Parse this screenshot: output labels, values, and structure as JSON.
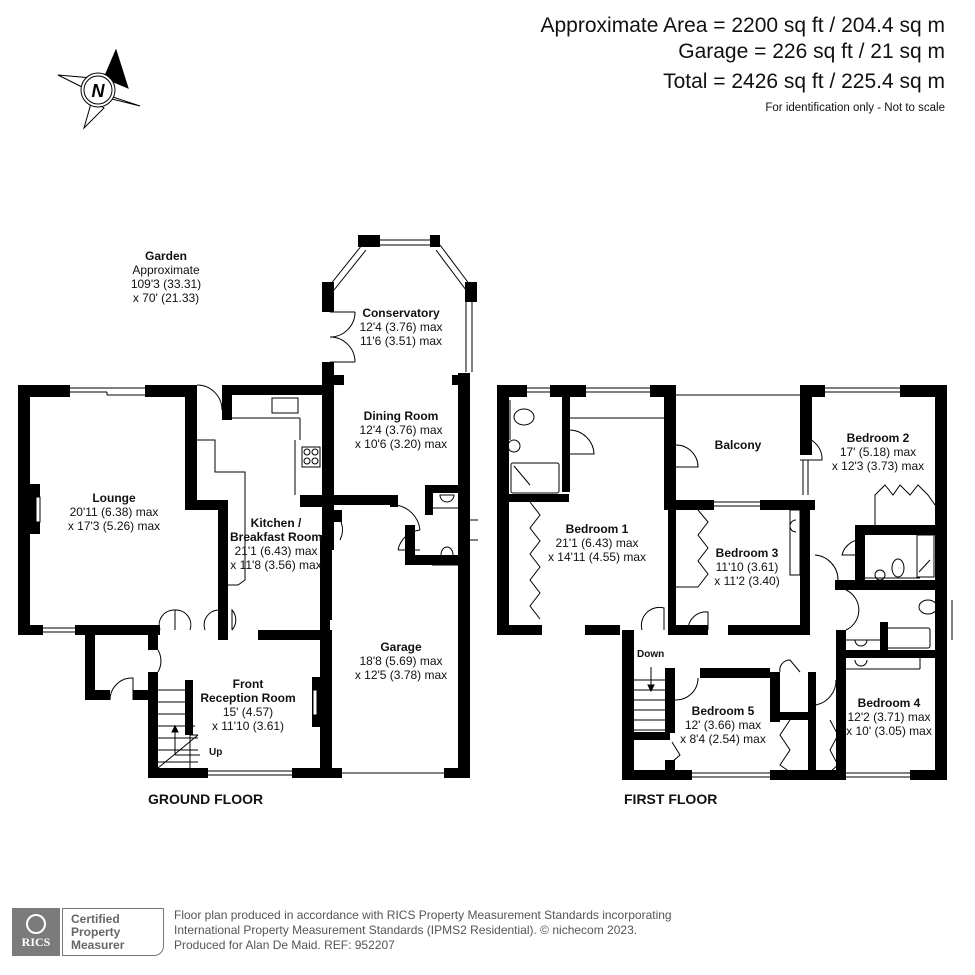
{
  "header": {
    "approx_area": "Approximate Area = 2200 sq ft / 204.4 sq m",
    "garage_area": "Garage = 226 sq ft / 21 sq m",
    "total_area": "Total = 2426 sq ft / 225.4 sq m",
    "note": "For identification only - Not to scale"
  },
  "compass": {
    "icon": "north-compass-icon",
    "label": "N"
  },
  "ground_floor": {
    "title": "GROUND FLOOR",
    "garden": {
      "name": "Garden",
      "line1": "Approximate",
      "line2": "109'3 (33.31)",
      "line3": "x 70' (21.33)"
    },
    "rooms": {
      "conservatory": {
        "name": "Conservatory",
        "dim1": "12'4 (3.76) max",
        "dim2": "11'6 (3.51) max"
      },
      "dining": {
        "name": "Dining Room",
        "dim1": "12'4 (3.76) max",
        "dim2": "x 10'6 (3.20) max"
      },
      "lounge": {
        "name": "Lounge",
        "dim1": "20'11 (6.38) max",
        "dim2": "x 17'3 (5.26) max"
      },
      "kitchen": {
        "name1": "Kitchen /",
        "name2": "Breakfast Room",
        "dim1": "21'1 (6.43) max",
        "dim2": "x 11'8 (3.56) max"
      },
      "garage": {
        "name": "Garage",
        "dim1": "18'8 (5.69) max",
        "dim2": "x 12'5 (3.78) max"
      },
      "front_reception": {
        "name1": "Front",
        "name2": "Reception Room",
        "dim1": "15' (4.57)",
        "dim2": "x 11'10 (3.61)"
      }
    },
    "stairs_label": "Up"
  },
  "first_floor": {
    "title": "FIRST FLOOR",
    "rooms": {
      "balcony": {
        "name": "Balcony"
      },
      "bedroom1": {
        "name": "Bedroom 1",
        "dim1": "21'1 (6.43) max",
        "dim2": "x 14'11 (4.55) max"
      },
      "bedroom2": {
        "name": "Bedroom 2",
        "dim1": "17' (5.18) max",
        "dim2": "x 12'3 (3.73) max"
      },
      "bedroom3": {
        "name": "Bedroom 3",
        "dim1": "11'10 (3.61)",
        "dim2": "x 11'2 (3.40)"
      },
      "bedroom4": {
        "name": "Bedroom 4",
        "dim1": "12'2 (3.71) max",
        "dim2": "x 10' (3.05) max"
      },
      "bedroom5": {
        "name": "Bedroom 5",
        "dim1": "12' (3.66) max",
        "dim2": "x 8'4 (2.54) max"
      }
    },
    "stairs_label": "Down"
  },
  "footer": {
    "rics_label": "RICS",
    "cert_line1": "Certified",
    "cert_line2": "Property",
    "cert_line3": "Measurer",
    "line1": "Floor plan produced in accordance with RICS Property Measurement Standards incorporating",
    "line2": "International Property Measurement Standards (IPMS2 Residential).   © nichecom 2023.",
    "line3": "Produced for Alan De Maid.   REF: 952207"
  },
  "colors": {
    "wall": "#000000",
    "background": "#ffffff",
    "badge_gray": "#7b7b7b"
  }
}
